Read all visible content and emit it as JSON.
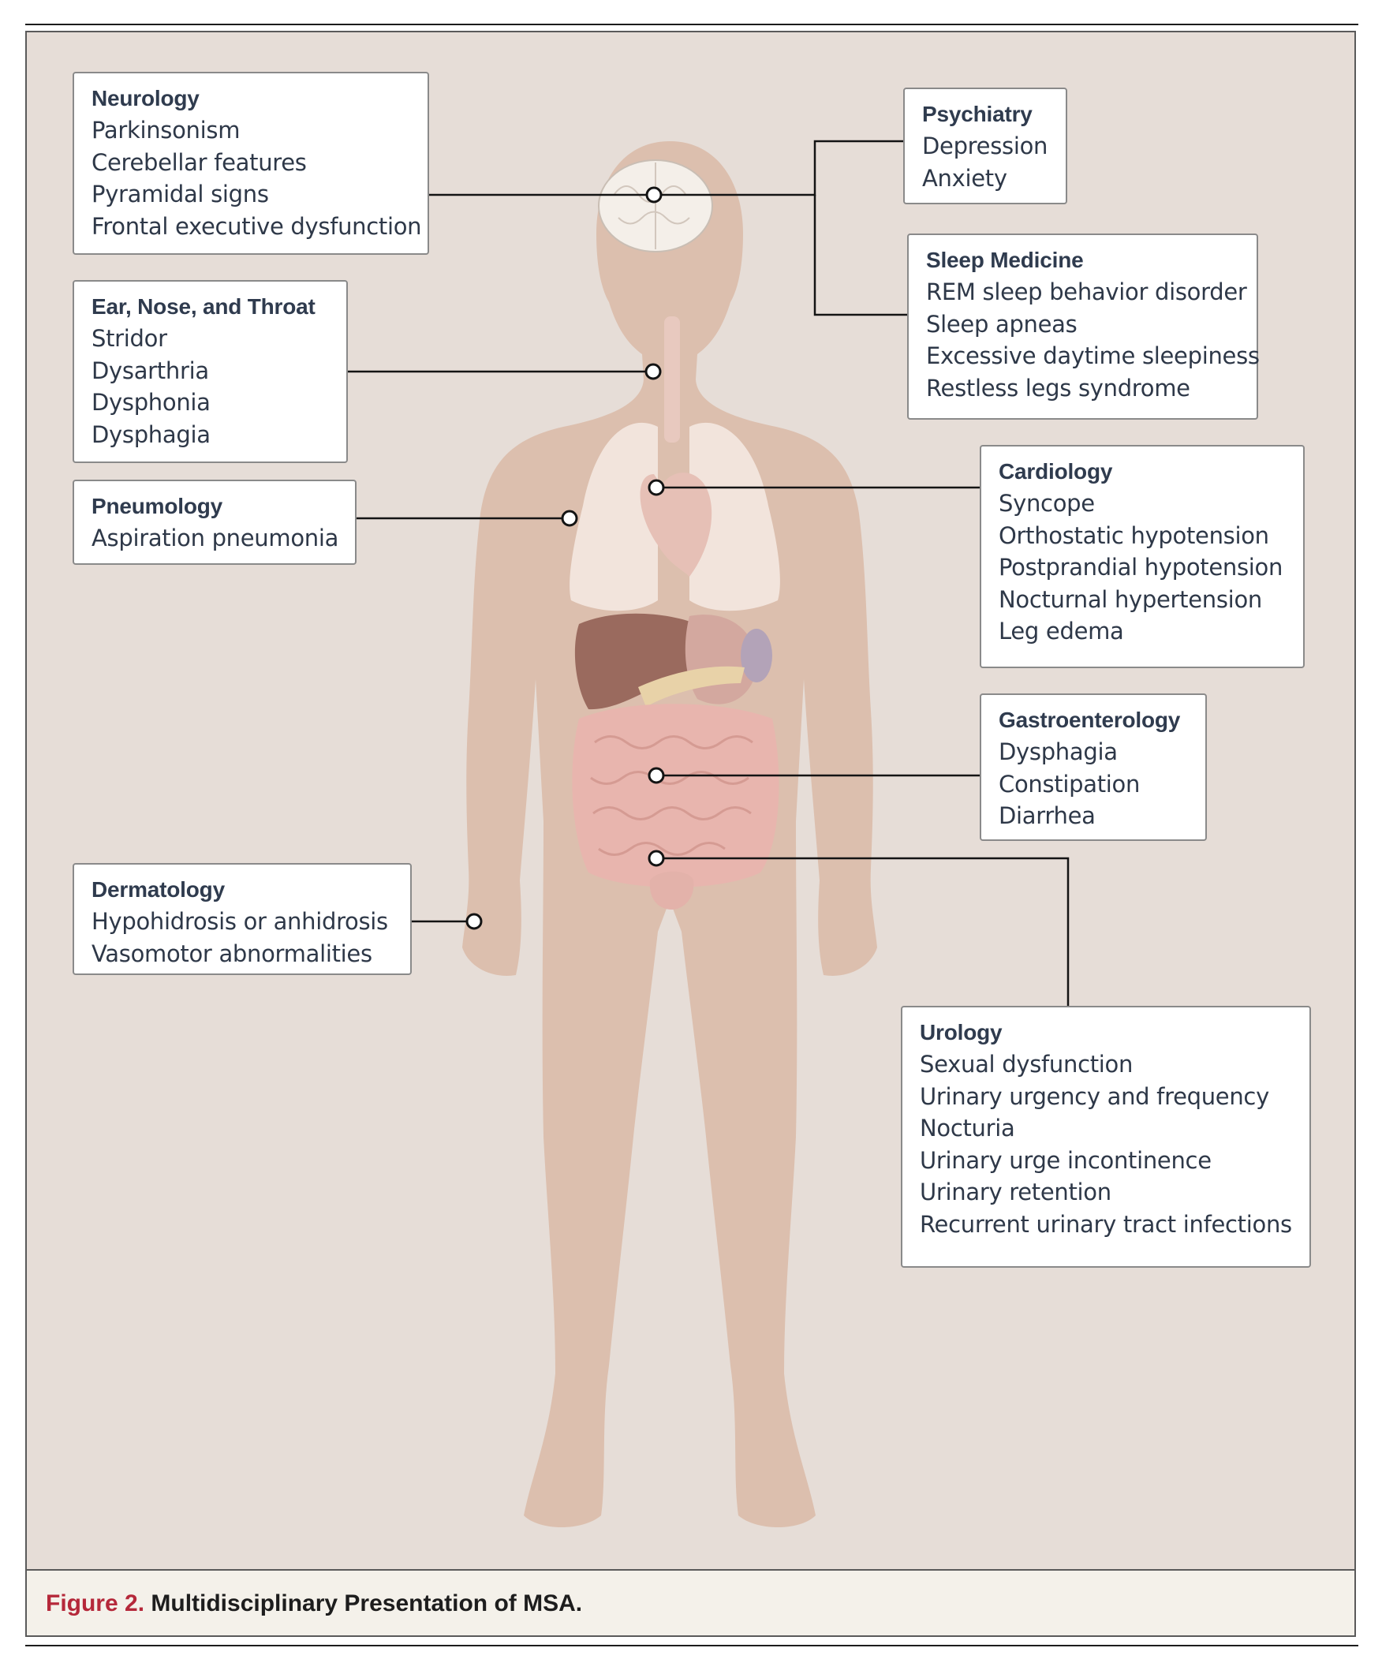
{
  "specialties": [
    {
      "title": "Neurology",
      "items": [
        "Parkinsonism",
        "Cerebellar features",
        "Pyramidal signs",
        "Frontal executive dysfunction"
      ]
    },
    {
      "title": "Psychiatry",
      "items": [
        "Depression",
        "Anxiety"
      ]
    },
    {
      "title": "Sleep Medicine",
      "items": [
        "REM sleep behavior disorder",
        "Sleep apneas",
        "Excessive daytime sleepiness",
        "Restless legs syndrome"
      ]
    },
    {
      "title": "Ear, Nose, and Throat",
      "items": [
        "Stridor",
        "Dysarthria",
        "Dysphonia",
        "Dysphagia"
      ]
    },
    {
      "title": "Pneumology",
      "items": [
        "Aspiration pneumonia"
      ]
    },
    {
      "title": "Cardiology",
      "items": [
        "Syncope",
        "Orthostatic hypotension",
        "Postprandial hypotension",
        "Nocturnal hypertension",
        "Leg edema"
      ]
    },
    {
      "title": "Gastroenterology",
      "items": [
        "Dysphagia",
        "Constipation",
        "Diarrhea"
      ]
    },
    {
      "title": "Dermatology",
      "items": [
        "Hypohidrosis or anhidrosis",
        "Vasomotor abnormalities"
      ]
    },
    {
      "title": "Urology",
      "items": [
        "Sexual dysfunction",
        "Urinary urgency and frequency",
        "Nocturia",
        "Urinary urge incontinence",
        "Urinary retention",
        "Recurrent urinary tract infections"
      ]
    }
  ],
  "caption": {
    "label": "Figure 2.",
    "title": "Multidisciplinary Presentation of MSA."
  },
  "colors": {
    "background": "#e6ddd7",
    "body": "#dcbfae",
    "lungs": "#f2e4dc",
    "liver": "#9a6a5e",
    "intestine": "#e8b5ae",
    "caption_label": "#b5283a"
  }
}
